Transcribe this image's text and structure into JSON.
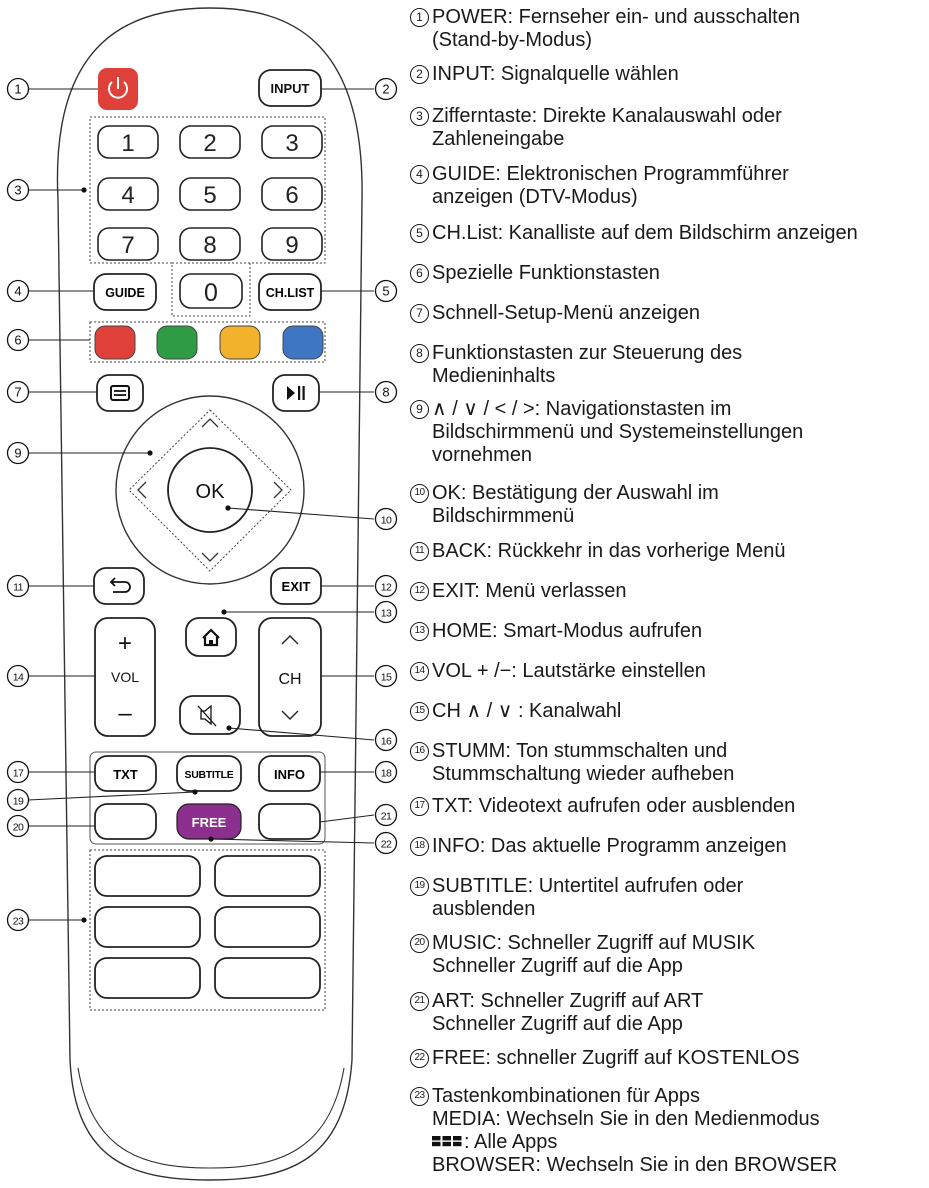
{
  "remote": {
    "power_icon": "power-icon",
    "input_label": "INPUT",
    "digits": [
      "1",
      "2",
      "3",
      "4",
      "5",
      "6",
      "7",
      "8",
      "9"
    ],
    "zero_label": "0",
    "guide_label": "GUIDE",
    "chlist_label": "CH.LIST",
    "color_keys": [
      "#e0403a",
      "#2f9b45",
      "#f3b22b",
      "#3f76c4"
    ],
    "menu_icon": "menu-icon",
    "playpause_icon": "play-pause-icon",
    "ok_label": "OK",
    "back_icon": "back-arrow-icon",
    "exit_label": "EXIT",
    "home_icon": "home-icon",
    "vol_plus": "+",
    "vol_label": "VOL",
    "vol_minus": "–",
    "ch_label": "CH",
    "mute_icon": "mute-icon",
    "txt_label": "TXT",
    "subtitle_label": "SUBTITLE",
    "info_label": "INFO",
    "free_label": "FREE",
    "free_color": "#8c2f8f",
    "power_color": "#e0403a"
  },
  "callouts": [
    "1",
    "2",
    "3",
    "4",
    "5",
    "6",
    "7",
    "8",
    "9",
    "10",
    "11",
    "12",
    "13",
    "14",
    "15",
    "16",
    "17",
    "18",
    "19",
    "20",
    "21",
    "22",
    "23"
  ],
  "legend": [
    {
      "num": "1",
      "lines": [
        "POWER: Fernseher ein- und ausschalten",
        "(Stand-by-Modus)"
      ]
    },
    {
      "num": "2",
      "lines": [
        "INPUT: Signalquelle wählen"
      ]
    },
    {
      "num": "3",
      "lines": [
        "Zifferntaste: Direkte Kanalauswahl oder",
        "Zahleneingabe"
      ]
    },
    {
      "num": "4",
      "lines": [
        "GUIDE: Elektronischen Programmführer",
        "anzeigen (DTV-Modus)"
      ]
    },
    {
      "num": "5",
      "lines": [
        "CH.List: Kanalliste auf dem Bildschirm anzeigen"
      ]
    },
    {
      "num": "6",
      "lines": [
        "Spezielle Funktionstasten"
      ]
    },
    {
      "num": "7",
      "lines": [
        "Schnell-Setup-Menü anzeigen"
      ]
    },
    {
      "num": "8",
      "lines": [
        "Funktionstasten zur Steuerung des",
        "Medieninhalts"
      ]
    },
    {
      "num": "9",
      "lines": [
        "∧ / ∨ / < / >: Navigationstasten im",
        "Bildschirmmenü und Systemeinstellungen",
        "vornehmen"
      ]
    },
    {
      "num": "10",
      "lines": [
        "OK: Bestätigung der Auswahl im",
        "Bildschirmmenü"
      ]
    },
    {
      "num": "11",
      "lines": [
        "BACK: Rückkehr in das vorherige Menü"
      ]
    },
    {
      "num": "12",
      "lines": [
        "EXIT: Menü verlassen"
      ]
    },
    {
      "num": "13",
      "lines": [
        "HOME: Smart-Modus aufrufen"
      ]
    },
    {
      "num": "14",
      "lines": [
        "VOL + /−: Lautstärke einstellen"
      ]
    },
    {
      "num": "15",
      "lines": [
        "CH ∧ / ∨ : Kanalwahl"
      ]
    },
    {
      "num": "16",
      "lines": [
        "STUMM: Ton stummschalten und",
        "Stummschaltung wieder aufheben"
      ]
    },
    {
      "num": "17",
      "lines": [
        "TXT: Videotext aufrufen oder ausblenden"
      ]
    },
    {
      "num": "18",
      "lines": [
        "INFO: Das aktuelle Programm anzeigen"
      ]
    },
    {
      "num": "19",
      "lines": [
        "SUBTITLE: Untertitel aufrufen oder",
        "ausblenden"
      ]
    },
    {
      "num": "20",
      "lines": [
        "MUSIC: Schneller Zugriff auf MUSIK",
        "Schneller Zugriff auf die App"
      ]
    },
    {
      "num": "21",
      "lines": [
        "ART: Schneller Zugriff auf ART",
        "Schneller Zugriff auf die App"
      ]
    },
    {
      "num": "22",
      "lines": [
        "FREE: schneller Zugriff auf KOSTENLOS"
      ]
    },
    {
      "num": "23",
      "lines": [
        "Tastenkombinationen für Apps",
        "MEDIA: Wechseln Sie in den Medienmodus",
        ": Alle Apps",
        "BROWSER: Wechseln Sie in den BROWSER"
      ]
    }
  ]
}
